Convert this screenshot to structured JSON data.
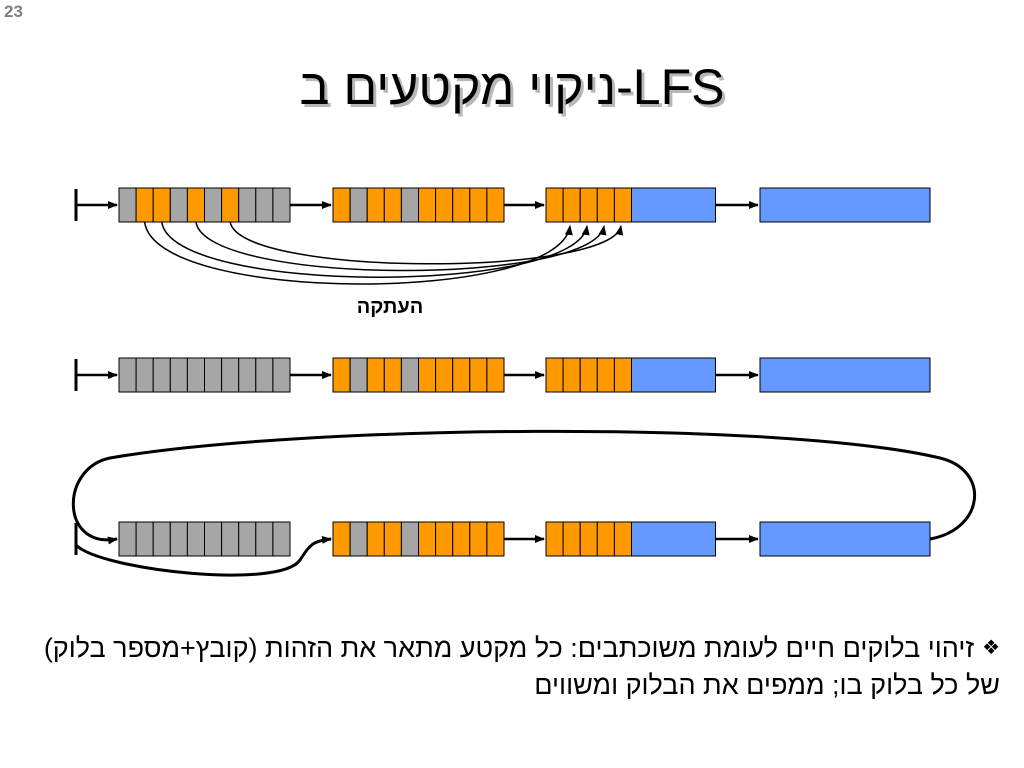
{
  "slide_number": "23",
  "title": "ניקוי מקטעים ב-LFS",
  "copy_label": "העתקה",
  "bullet": {
    "icon": "diamond-bullet-icon",
    "text": "זיהוי בלוקים חיים לעומת משוכתבים: כל מקטע מתאר את הזהות (קובץ+מספר בלוק) של כל בלוק בו; ממפים את הבלוק ומשווים"
  },
  "colors": {
    "live": "#FF9900",
    "dead": "#A6A6A6",
    "free": "#6699FF",
    "border": "#000000"
  },
  "rows": [
    {
      "segments": [
        {
          "kind": "blocks",
          "blocks": [
            "dead",
            "live",
            "live",
            "dead",
            "live",
            "dead",
            "live",
            "dead",
            "dead",
            "dead"
          ]
        },
        {
          "kind": "blocks",
          "blocks": [
            "live",
            "dead",
            "live",
            "live",
            "dead",
            "live",
            "live",
            "live",
            "live",
            "live"
          ]
        },
        {
          "kind": "mixed",
          "blocks": [
            "live",
            "live",
            "live",
            "live",
            "live"
          ]
        },
        {
          "kind": "free"
        }
      ]
    },
    {
      "segments": [
        {
          "kind": "blocks",
          "blocks": [
            "dead",
            "dead",
            "dead",
            "dead",
            "dead",
            "dead",
            "dead",
            "dead",
            "dead",
            "dead"
          ]
        },
        {
          "kind": "blocks",
          "blocks": [
            "live",
            "dead",
            "live",
            "live",
            "dead",
            "live",
            "live",
            "live",
            "live",
            "live"
          ]
        },
        {
          "kind": "mixed",
          "blocks": [
            "live",
            "live",
            "live",
            "live",
            "live"
          ]
        },
        {
          "kind": "free"
        }
      ]
    },
    {
      "segments": [
        {
          "kind": "blocks",
          "blocks": [
            "dead",
            "dead",
            "dead",
            "dead",
            "dead",
            "dead",
            "dead",
            "dead",
            "dead",
            "dead"
          ]
        },
        {
          "kind": "blocks",
          "blocks": [
            "live",
            "dead",
            "live",
            "live",
            "dead",
            "live",
            "live",
            "live",
            "live",
            "live"
          ]
        },
        {
          "kind": "mixed",
          "blocks": [
            "live",
            "live",
            "live",
            "live",
            "live"
          ]
        },
        {
          "kind": "free"
        }
      ]
    }
  ]
}
